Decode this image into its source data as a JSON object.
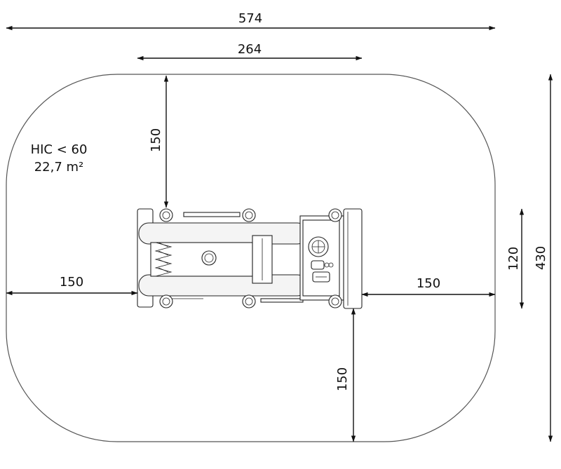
{
  "dimensions": {
    "overall_width": "574",
    "equipment_width": "264",
    "clearance_top": "150",
    "clearance_left": "150",
    "clearance_right": "150",
    "clearance_bottom": "150",
    "equipment_depth": "120",
    "overall_depth": "430"
  },
  "safety": {
    "hic": "HIC < 60",
    "area": "22,7 m²"
  }
}
